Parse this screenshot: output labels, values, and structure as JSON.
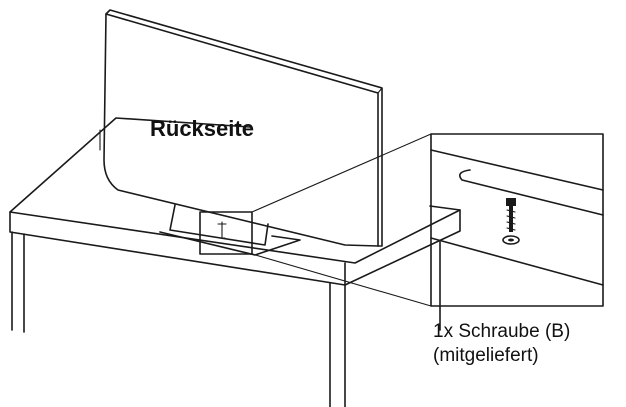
{
  "diagram": {
    "back_label": "Rückseite",
    "screw_caption_line1": "1x Schraube (B)",
    "screw_caption_line2": "(mitgeliefert)"
  }
}
